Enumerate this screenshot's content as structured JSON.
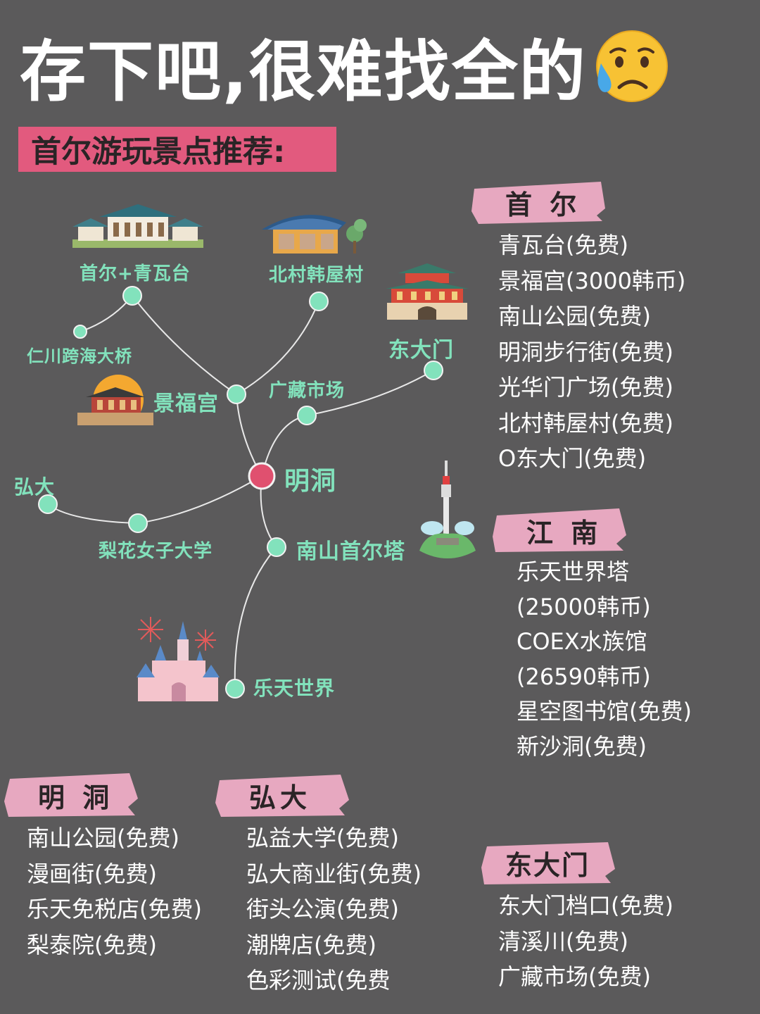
{
  "title": "存下吧,很难找全的",
  "title_emoji": "sad-sweat-face-emoji",
  "subtitle": "首尔游玩景点推荐:",
  "map": {
    "center": "明洞",
    "nodes": {
      "cheongwadae": "首尔+青瓦台",
      "bukchon": "北村韩屋村",
      "dongdaemun": "东大门",
      "incheon_bridge": "仁川跨海大桥",
      "gyeongbokgung": "景福宫",
      "gwangjang": "广藏市场",
      "hongdae": "弘大",
      "ewha": "梨花女子大学",
      "namsan_tower": "南山首尔塔",
      "lotte_world": "乐天世界"
    }
  },
  "sections": {
    "seoul": {
      "header": "首 尔",
      "items": [
        "青瓦台(免费)",
        "景福宫(3000韩币)",
        "南山公园(免费)",
        "明洞步行街(免费)",
        "光华门广场(免费)",
        "北村韩屋村(免费)",
        "O东大门(免费)"
      ]
    },
    "gangnam": {
      "header": "江 南",
      "items": [
        "乐天世界塔(25000韩币)",
        "COEX水族馆(26590韩币)",
        "星空图书馆(免费)",
        "新沙洞(免费)"
      ]
    },
    "myeongdong": {
      "header": "明 洞",
      "items": [
        "南山公园(免费)",
        "漫画街(免费)",
        "乐天免税店(免费)",
        "梨泰院(免费)"
      ]
    },
    "hongdae": {
      "header": "弘大",
      "items": [
        "弘益大学(免费)",
        "弘大商业街(免费)",
        "街头公演(免费)",
        "潮牌店(免费)",
        "色彩测试(免费"
      ]
    },
    "dongdaemun": {
      "header": "东大门",
      "items": [
        "东大门档口(免费)",
        "清溪川(免费)",
        "广藏市场(免费)"
      ]
    }
  },
  "colors": {
    "background": "#5b5a5b",
    "accent_pink": "#e25a7e",
    "node_green": "#82e2bc",
    "center_node": "#e0506f"
  }
}
